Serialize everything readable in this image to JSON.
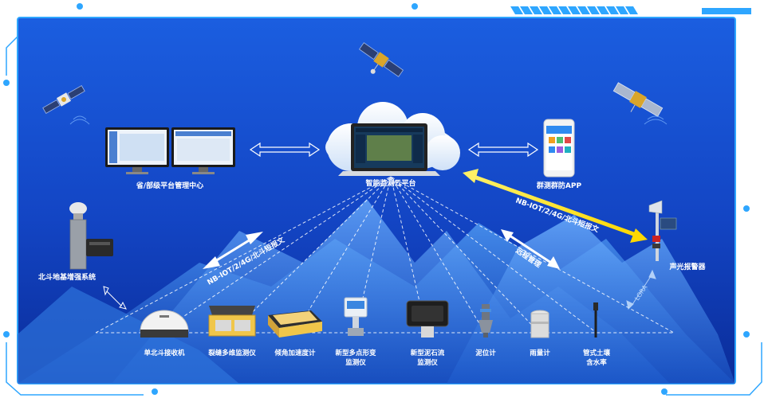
{
  "colors": {
    "background_top": "#1a56d8",
    "background_bottom": "#0b2e9e",
    "frame": "#2ea6ff",
    "mountain": "#3f8ce6",
    "label": "#ffffff",
    "highlight_link": "#ffee00"
  },
  "nodes": {
    "cloud_platform": "智能监测云平台",
    "management_center": "省/部级平台管理中心",
    "app": "群测群防APP",
    "beidou_base": "北斗地基增强系统",
    "alarm": "声光报警器"
  },
  "links": {
    "left_network": "NB-IOT/2/4G/北斗短报文",
    "right_network": "NB-IOT/2/4G/北斗短报文",
    "remote": "远程管理",
    "lora": "LORA"
  },
  "devices": [
    {
      "label": "单北斗接收机",
      "icon": "dome-receiver-icon"
    },
    {
      "label": "裂缝多维监测仪",
      "icon": "crack-monitor-icon"
    },
    {
      "label": "倾角加速度计",
      "icon": "accelerometer-icon"
    },
    {
      "label_lines": [
        "新型多点形变",
        "监测仪"
      ],
      "icon": "deformation-monitor-icon"
    },
    {
      "label_lines": [
        "新型泥石流",
        "监测仪"
      ],
      "icon": "debris-flow-monitor-icon"
    },
    {
      "label": "泥位计",
      "icon": "mud-level-gauge-icon"
    },
    {
      "label": "雨量计",
      "icon": "rain-gauge-icon"
    },
    {
      "label_lines": [
        "管式土壤",
        "含水率"
      ],
      "icon": "soil-moisture-probe-icon"
    }
  ]
}
